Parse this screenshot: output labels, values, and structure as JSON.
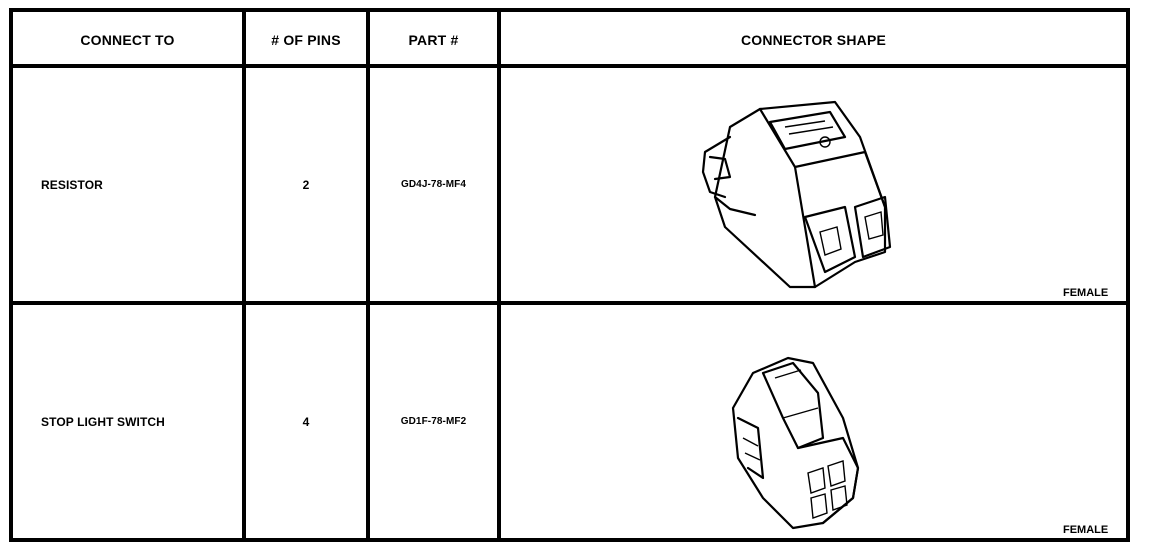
{
  "headers": {
    "connect_to": "CONNECT TO",
    "pins": "# OF PINS",
    "part": "PART #",
    "shape": "CONNECTOR SHAPE"
  },
  "rows": [
    {
      "connect_to": "RESISTOR",
      "pins": "2",
      "part": "GD4J-78-MF4",
      "gender": "FEMALE",
      "shape_icon": "two-cavity-connector-icon"
    },
    {
      "connect_to": "STOP LIGHT SWITCH",
      "pins": "4",
      "part": "GD1F-78-MF2",
      "gender": "FEMALE",
      "shape_icon": "four-pin-connector-icon"
    }
  ]
}
